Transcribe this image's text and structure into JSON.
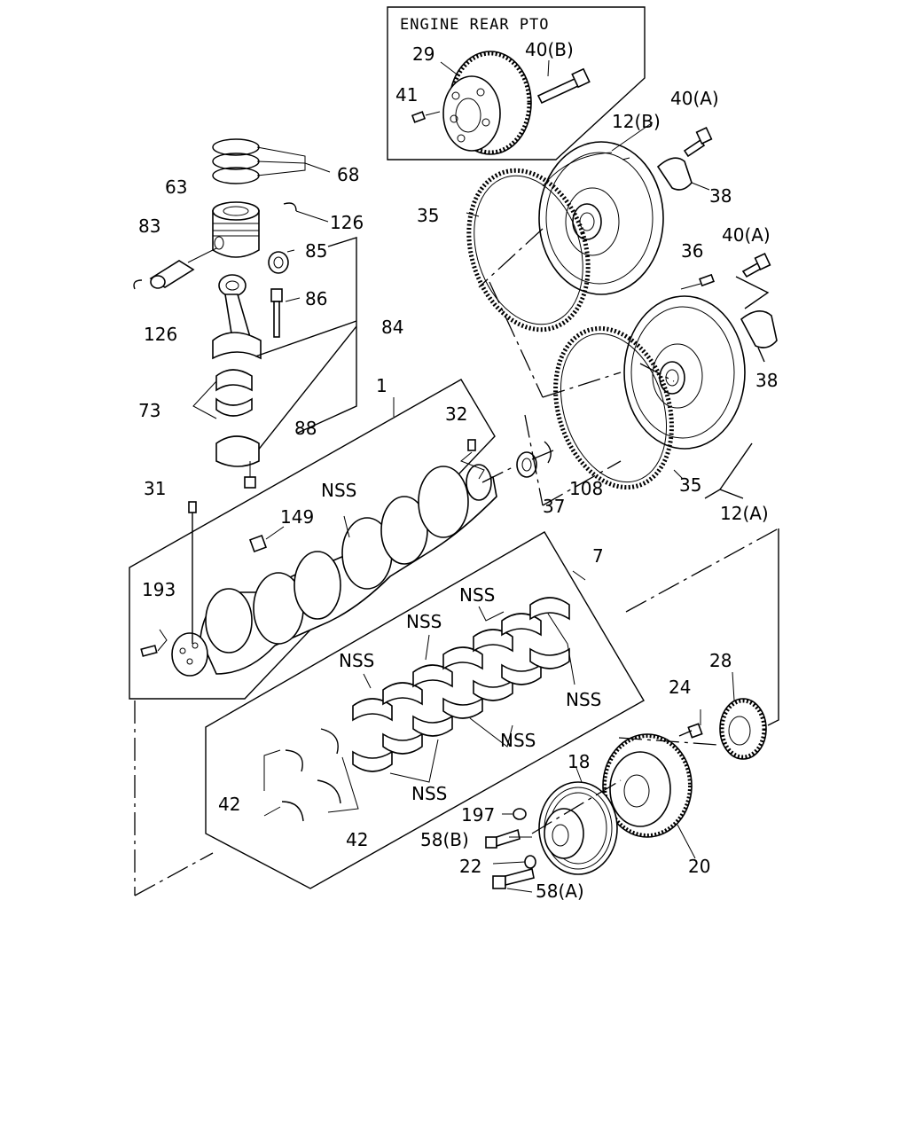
{
  "box_title": "ENGINE REAR PTO",
  "labels": {
    "l29": "29",
    "l40b": "40(B)",
    "l41": "41",
    "l40a_1": "40(A)",
    "l12b": "12(B)",
    "l38_1": "38",
    "l68": "68",
    "l63": "63",
    "l126_1": "126",
    "l83": "83",
    "l85": "85",
    "l35_1": "35",
    "l86": "86",
    "l84": "84",
    "l126_2": "126",
    "l36": "36",
    "l40a_2": "40(A)",
    "l38_2": "38",
    "l73": "73",
    "l1": "1",
    "l32": "32",
    "l88": "88",
    "l108": "108",
    "l35_2": "35",
    "l37": "37",
    "l31": "31",
    "l12a": "12(A)",
    "l149": "149",
    "lnss_1": "NSS",
    "l7": "7",
    "l193": "193",
    "lnss_2": "NSS",
    "lnss_3": "NSS",
    "lnss_4": "NSS",
    "lnss_5": "NSS",
    "l28": "28",
    "l24": "24",
    "lnss_6": "NSS",
    "lnss_7": "NSS",
    "l18": "18",
    "l42_1": "42",
    "l197": "197",
    "l42_2": "42",
    "l58b": "58(B)",
    "l22": "22",
    "l20": "20",
    "l58a": "58(A)"
  }
}
